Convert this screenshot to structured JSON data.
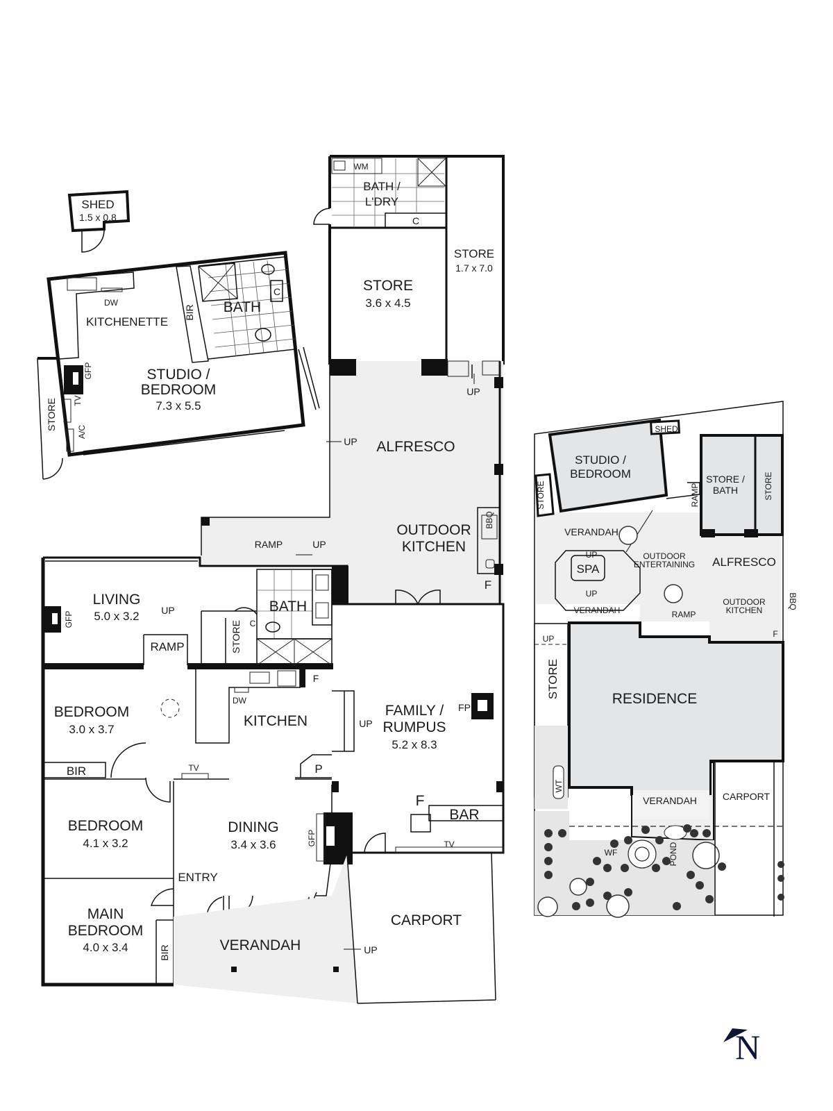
{
  "plan": {
    "studio_block": {
      "shed": {
        "name": "SHED",
        "size": "1.5 x 0.8"
      },
      "kitchenette": {
        "name": "KITCHENETTE",
        "dw": "DW"
      },
      "bir": "BIR",
      "bath": {
        "name": "BATH",
        "c": "C"
      },
      "studio": {
        "name_line1": "STUDIO /",
        "name_line2": "BEDROOM",
        "size": "7.3 x 5.5"
      },
      "gfp": "GFP",
      "tv": "TV",
      "ac": "A/C",
      "store": "STORE"
    },
    "rear_block": {
      "bath_ldry": {
        "line1": "BATH /",
        "line2": "L'DRY",
        "wm": "WM",
        "c": "C"
      },
      "store_large": {
        "name": "STORE",
        "size": "3.6 x 4.5"
      },
      "store_narrow": {
        "name": "STORE",
        "size": "1.7 x 7.0"
      },
      "up_store": "UP"
    },
    "alfresco": {
      "name": "ALFRESCO",
      "up_left": "UP",
      "ramp": "RAMP",
      "ramp_up": "UP",
      "outdoor_kitchen_line1": "OUTDOOR",
      "outdoor_kitchen_line2": "KITCHEN",
      "bbq": "BBQ",
      "f": "F"
    },
    "house": {
      "living": {
        "name": "LIVING",
        "size": "5.0 x 3.2",
        "gfp": "GFP"
      },
      "ramp": {
        "name": "RAMP",
        "up": "UP"
      },
      "store": "STORE",
      "bath": {
        "name": "BATH",
        "c": "C"
      },
      "kitchen": {
        "name": "KITCHEN",
        "dw": "DW",
        "f": "F",
        "p": "P"
      },
      "bedroom1": {
        "name": "BEDROOM",
        "size": "3.0 x 3.7",
        "bir": "BIR"
      },
      "bedroom2": {
        "name": "BEDROOM",
        "size": "4.1 x 3.2"
      },
      "main_bedroom": {
        "line1": "MAIN",
        "line2": "BEDROOM",
        "size": "4.0 x 3.4",
        "bir": "BIR"
      },
      "dining": {
        "name": "DINING",
        "size": "3.4 x 3.6",
        "tv": "TV",
        "gfp": "GFP"
      },
      "entry": "ENTRY",
      "verandah": "VERANDAH",
      "family": {
        "line1": "FAMILY /",
        "line2": "RUMPUS",
        "size": "5.2 x 8.3",
        "fp": "FP",
        "up": "UP",
        "bar": "BAR",
        "f": "F",
        "tv": "TV"
      },
      "carport": {
        "name": "CARPORT",
        "up": "UP"
      }
    }
  },
  "site_plan": {
    "shed": "SHED",
    "studio_line1": "STUDIO /",
    "studio_line2": "BEDROOM",
    "store_left": "STORE",
    "store_bath_line1": "STORE /",
    "store_bath_line2": "BATH",
    "store_right": "STORE",
    "ramp_vertical": "RAMP",
    "verandah_top": "VERANDAH",
    "spa": "SPA",
    "spa_up_top": "UP",
    "spa_up_bottom": "UP",
    "verandah_bottom": "VERANDAH",
    "outdoor_ent_line1": "OUTDOOR",
    "outdoor_ent_line2": "ENTERTAINING",
    "alfresco": "ALFRESCO",
    "outdoor_kitchen_line1": "OUTDOOR",
    "outdoor_kitchen_line2": "KITCHEN",
    "bbq": "BBQ",
    "f": "F",
    "ramp": "RAMP",
    "up": "UP",
    "store_side": "STORE",
    "residence": "RESIDENCE",
    "wt": "WT",
    "verandah_front": "VERANDAH",
    "carport": "CARPORT",
    "wf": "WF",
    "pond": "POND"
  },
  "compass": {
    "label": "N",
    "color": "#0d1533"
  },
  "colors": {
    "wall": "#111111",
    "outdoor_fill": "#efeff0",
    "site_fill": "#e4e5e7"
  }
}
